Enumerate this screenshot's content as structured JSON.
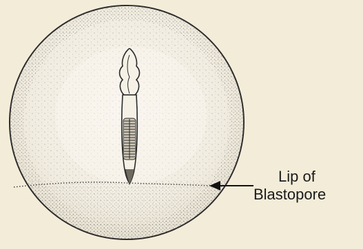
{
  "figure": {
    "subject": "embryo-with-blastopore",
    "colors": {
      "background": "#f3ecd9",
      "embryo_fill": "#f7f3ea",
      "outline": "#2b2b2b",
      "stipple": "#555555"
    }
  },
  "label": {
    "line1": "Lip of",
    "line2": "Blastopore"
  }
}
